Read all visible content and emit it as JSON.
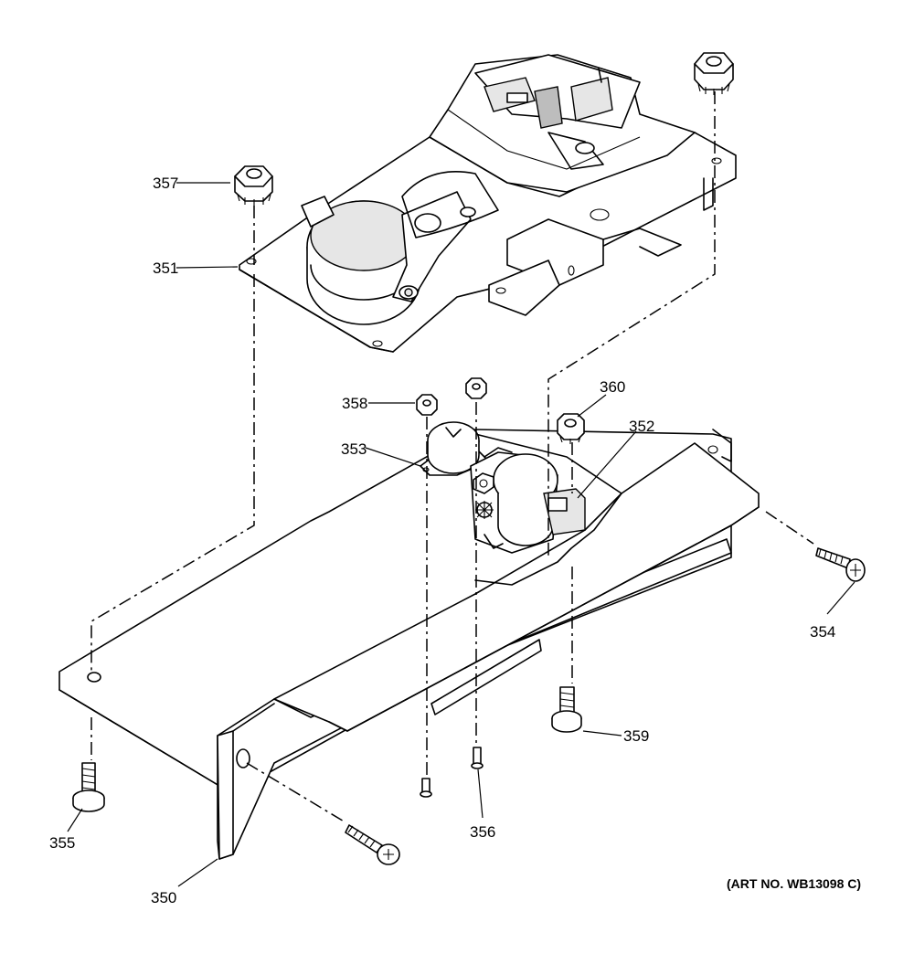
{
  "diagram": {
    "art_number": "(ART NO. WB13098 C)",
    "callouts": {
      "c350": "350",
      "c351": "351",
      "c352": "352",
      "c353": "353",
      "c354": "354",
      "c355": "355",
      "c356": "356",
      "c357": "357",
      "c358": "358",
      "c359": "359",
      "c360": "360"
    }
  }
}
